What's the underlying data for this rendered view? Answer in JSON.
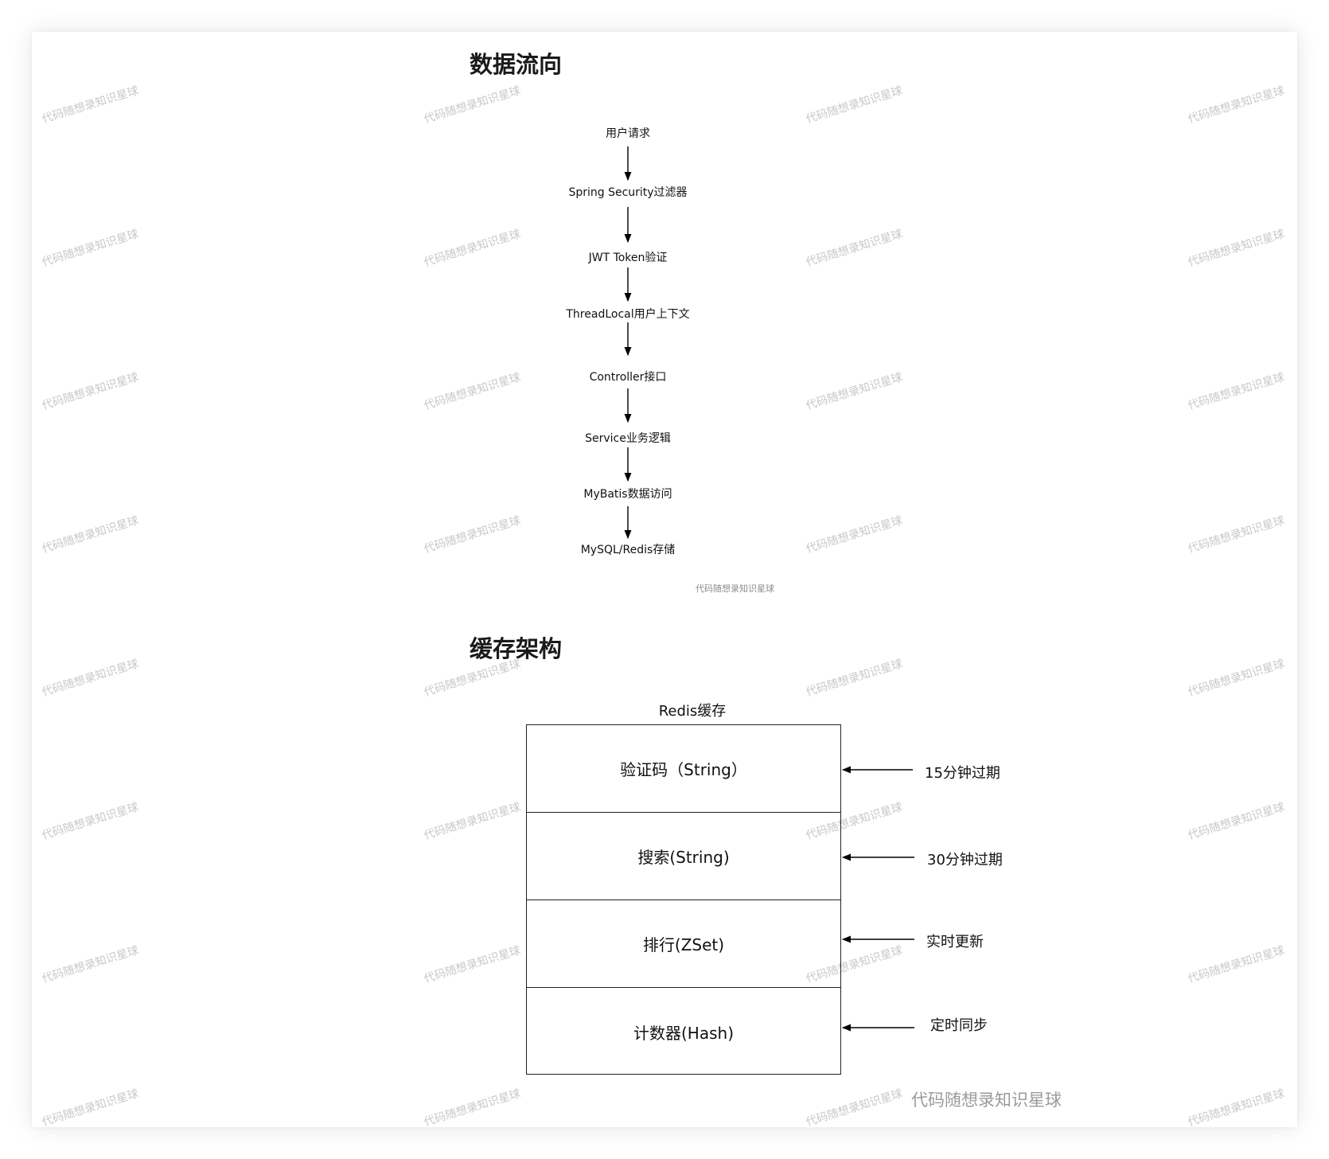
{
  "sections": {
    "flow_title": "数据流向",
    "cache_title": "缓存架构"
  },
  "flow": {
    "nodes": [
      "用户请求",
      "Spring Security过滤器",
      "JWT Token验证",
      "ThreadLocal用户上下文",
      "Controller接口",
      "Service业务逻辑",
      "MyBatis数据访问",
      "MySQL/Redis存储"
    ]
  },
  "cache": {
    "title": "Redis缓存",
    "rows": [
      "验证码（String）",
      "搜索(String)",
      "排行(ZSet)",
      "计数器(Hash)"
    ],
    "notes": [
      "15分钟过期",
      "30分钟过期",
      "实时更新",
      "定时同步"
    ]
  },
  "watermark": {
    "text": "代码随想录知识星球"
  }
}
